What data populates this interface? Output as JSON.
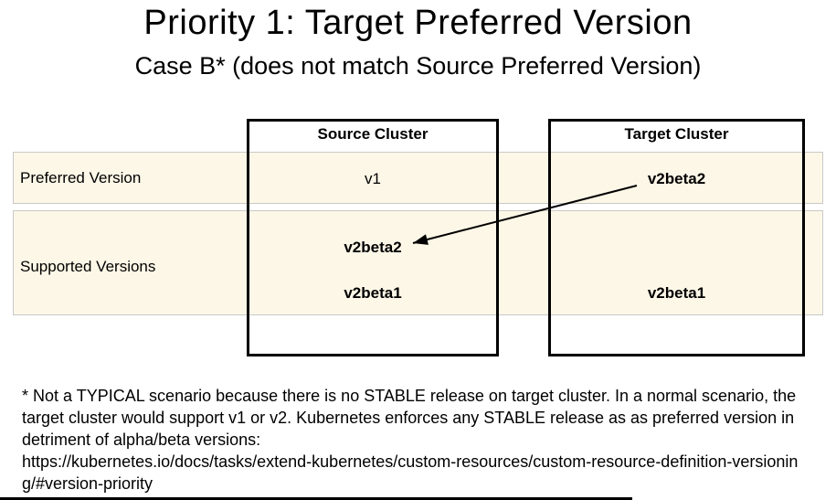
{
  "slide": {
    "title": "Priority 1: Target Preferred Version",
    "subtitle": "Case B* (does not match Source Preferred Version)"
  },
  "table": {
    "columns": [
      {
        "label": "Source Cluster"
      },
      {
        "label": "Target Cluster"
      }
    ],
    "rows": [
      {
        "label": "Preferred Version",
        "source": "v1",
        "target": "v2beta2"
      },
      {
        "label": "Supported Versions",
        "source": [
          "v2beta2",
          "v2beta1"
        ],
        "target": "v2beta1"
      }
    ]
  },
  "arrow": {
    "meaning": "target-preferred-v2beta2-matches-source-supported-v2beta2",
    "color": "#000000"
  },
  "colors": {
    "band_background": "#fdf7e7",
    "band_border": "#c9c9c9",
    "box_border": "#000000"
  },
  "footnote": {
    "text": "* Not a TYPICAL scenario because there is no STABLE release on target cluster. In a normal scenario, the target cluster would support v1 or v2. Kubernetes enforces any STABLE release as as preferred version in detriment of alpha/beta versions:",
    "url": "https://kubernetes.io/docs/tasks/extend-kubernetes/custom-resources/custom-resource-definition-versioning/#version-priority"
  }
}
